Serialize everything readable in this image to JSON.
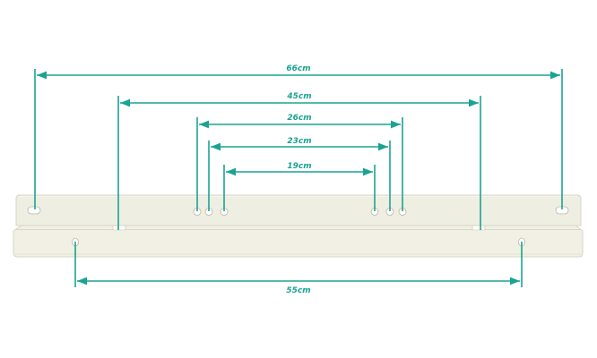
{
  "colors": {
    "dimension": "#1aa392",
    "bracket": "#efeee2",
    "bracket_edge": "#d8d6c6",
    "hole": "#ffffff",
    "hole_edge": "#b9b7a6"
  },
  "dimensions": [
    {
      "id": "66",
      "label": "66cm"
    },
    {
      "id": "45",
      "label": "45cm"
    },
    {
      "id": "26",
      "label": "26cm"
    },
    {
      "id": "23",
      "label": "23cm"
    },
    {
      "id": "19",
      "label": "19cm"
    },
    {
      "id": "55",
      "label": "55cm"
    }
  ]
}
